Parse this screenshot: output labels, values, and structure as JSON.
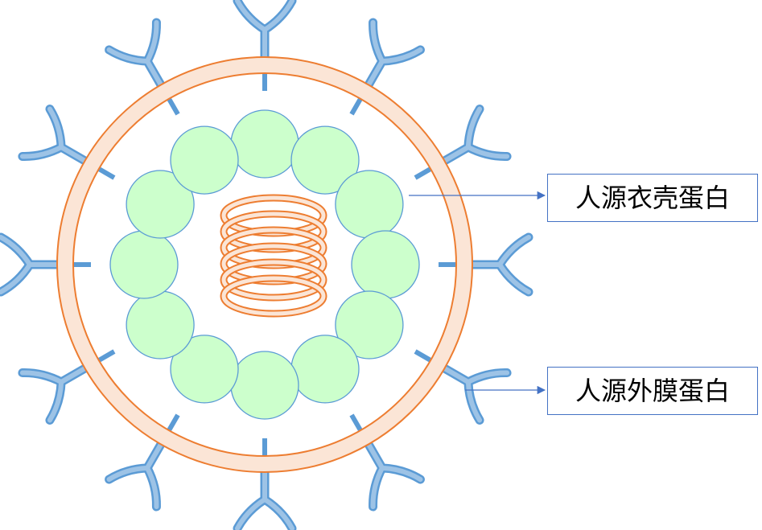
{
  "labels": {
    "capsid_protein": "人源衣壳蛋白",
    "envelope_protein": "人源外膜蛋白"
  },
  "structure": {
    "spike_count": 12,
    "capsomer_count": 12,
    "core_coil_turns": 6
  },
  "colors": {
    "envelope_stroke": "#ed7d31",
    "envelope_fill": "#fbe5d6",
    "capsomer_fill": "#ccffcc",
    "capsomer_stroke": "#5b9bd5",
    "spike_stroke": "#5b9bd5",
    "spike_fill": "#9dc3e6",
    "core_stroke": "#ed7d31",
    "core_fill": "#fbe5d6",
    "arrow": "#4472c4"
  }
}
